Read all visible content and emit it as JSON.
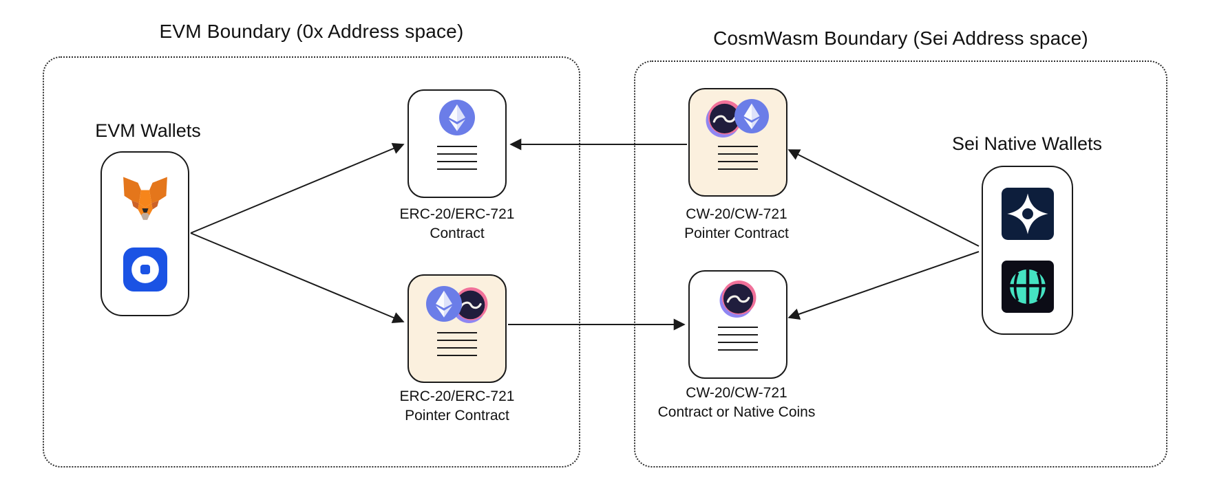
{
  "diagram": {
    "evm": {
      "title": "EVM Boundary (0x Address space)",
      "wallets_label": "EVM Wallets",
      "erc_contract": {
        "line1": "ERC-20/ERC-721",
        "line2": "Contract"
      },
      "erc_pointer": {
        "line1": "ERC-20/ERC-721",
        "line2": "Pointer Contract"
      }
    },
    "cosmwasm": {
      "title": "CosmWasm Boundary (Sei Address space)",
      "wallets_label": "Sei Native Wallets",
      "cw_pointer": {
        "line1": "CW-20/CW-721",
        "line2": "Pointer Contract"
      },
      "cw_contract": {
        "line1": "CW-20/CW-721",
        "line2": "Contract or Native Coins"
      }
    },
    "icons": {
      "metamask": "metamask-fox-icon",
      "coinbase": "coinbase-wallet-icon",
      "ethereum": "ethereum-icon",
      "sei": "sei-swirl-icon",
      "compass": "compass-wallet-icon",
      "teal_globe": "teal-globe-wallet-icon"
    },
    "colors": {
      "card_bg": "#FFFFFF",
      "pointer_card_bg": "#FBF0DE",
      "border": "#1A1A1A",
      "ethereum_blue": "#6B7DE8",
      "sei_pink": "#F0719A",
      "sei_purple": "#8F86F2",
      "sei_dark": "#201D3D",
      "coinbase_blue": "#1B53E4",
      "metamask_orange": "#E2761B",
      "compass_navy": "#0D1E3C",
      "wallet_teal": "#45E3C2"
    }
  }
}
